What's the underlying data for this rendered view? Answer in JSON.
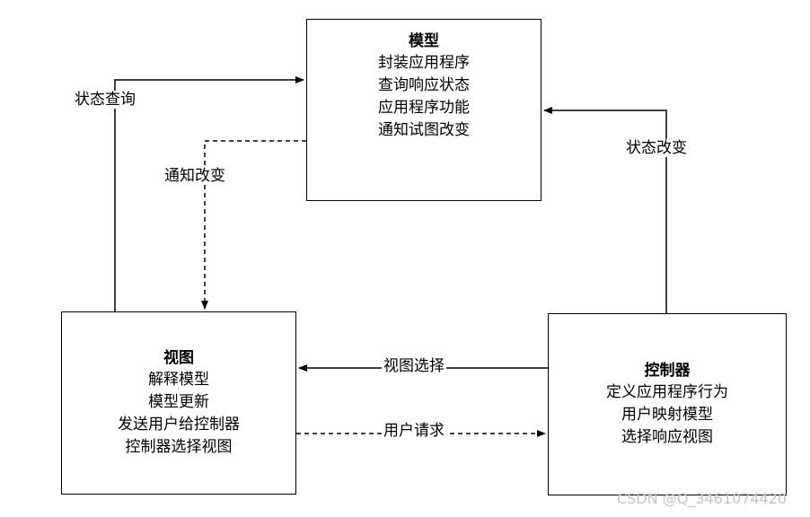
{
  "model": {
    "title": "模型",
    "lines": [
      "封装应用程序",
      "查询响应状态",
      "应用程序功能",
      "通知试图改变"
    ]
  },
  "view": {
    "title": "视图",
    "lines": [
      "解释模型",
      "模型更新",
      "发送用户给控制器",
      "控制器选择视图"
    ]
  },
  "controller": {
    "title": "控制器",
    "lines": [
      "定义应用程序行为",
      "用户映射模型",
      "选择响应视图"
    ]
  },
  "edges": {
    "state_query": "状态查询",
    "notify_change": "通知改变",
    "state_change": "状态改变",
    "view_select": "视图选择",
    "user_request": "用户请求"
  },
  "watermark": "CSDN @Q_3461074420"
}
